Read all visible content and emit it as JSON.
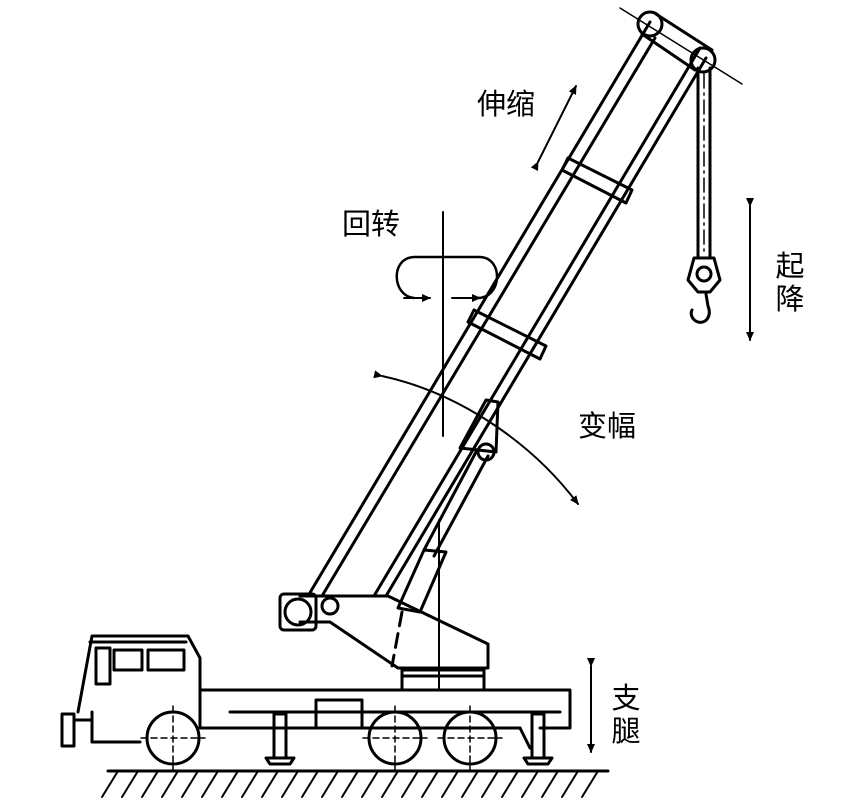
{
  "labels": {
    "telescope": "伸缩",
    "slew": "回转",
    "hoist_1": "起",
    "hoist_2": "降",
    "luffing": "变幅",
    "outrigger_1": "支",
    "outrigger_2": "腿"
  },
  "colors": {
    "line": "#000000",
    "background": "#ffffff"
  }
}
